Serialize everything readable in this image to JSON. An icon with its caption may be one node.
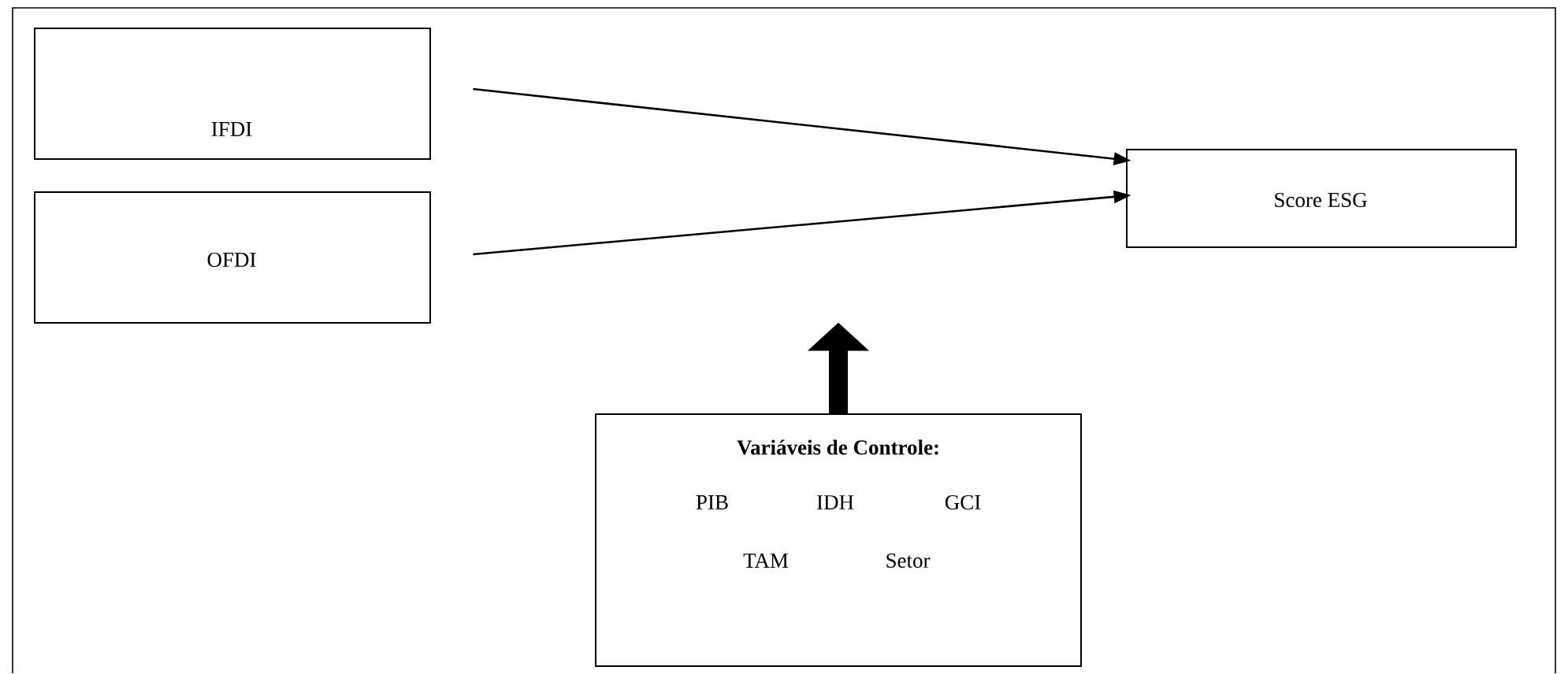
{
  "diagram": {
    "nodes": [
      {
        "text": [
          "IFDI"
        ]
      },
      {
        "text": [
          "OFDI"
        ]
      },
      {
        "text": [
          "Score ESG"
        ]
      },
      {
        "text": [
          "Variáveis de Controle:",
          "PIB",
          "IDH",
          "GCI",
          "TAM",
          "Setor"
        ]
      }
    ],
    "edges": [
      {
        "from": 0,
        "to": 2,
        "arrow": "to"
      },
      {
        "from": 1,
        "to": 2,
        "arrow": "to"
      },
      {
        "from": 3,
        "to": null,
        "arrow": "to",
        "style": "thick"
      }
    ]
  }
}
